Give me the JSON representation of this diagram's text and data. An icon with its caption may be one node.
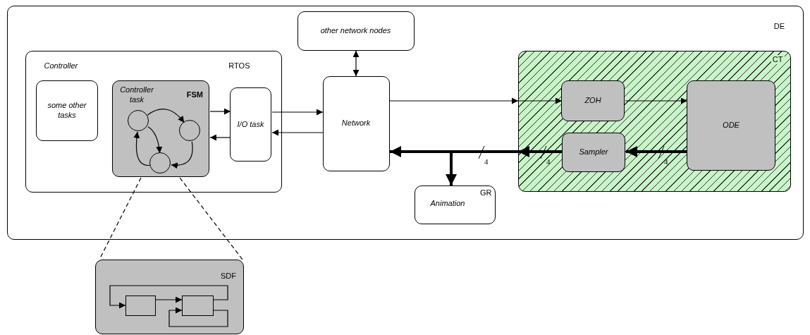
{
  "diagram": {
    "nodes": [
      {
        "text": [
          "DE"
        ]
      },
      {
        "text": [
          "Controller",
          "RTOS"
        ],
        "in": 0
      },
      {
        "text": [
          "some other tasks"
        ],
        "in": 1
      },
      {
        "text": [
          "Controller task",
          "FSM"
        ],
        "in": 1
      },
      {
        "text": [],
        "shape": "circle",
        "in": 3
      },
      {
        "text": [],
        "shape": "circle",
        "in": 3
      },
      {
        "text": [],
        "shape": "circle",
        "in": 3
      },
      {
        "text": [
          "I/O task"
        ],
        "in": 1
      },
      {
        "text": [
          "other network nodes"
        ],
        "in": 0
      },
      {
        "text": [
          "Network"
        ],
        "in": 0
      },
      {
        "text": [
          "GR",
          "Animation"
        ],
        "in": 0
      },
      {
        "text": [
          "CT"
        ],
        "in": 0
      },
      {
        "text": [
          "ZOH"
        ],
        "in": 11
      },
      {
        "text": [
          "ODE"
        ],
        "in": 11
      },
      {
        "text": [
          "Sampler"
        ],
        "in": 11
      },
      {
        "text": [
          "SDF"
        ]
      },
      {
        "text": [],
        "shape": "box",
        "in": 15
      },
      {
        "text": [],
        "shape": "box",
        "in": 15
      }
    ],
    "edges": [
      {
        "from": 4,
        "to": 5,
        "arrow": "to"
      },
      {
        "from": 4,
        "to": 6,
        "arrow": "to"
      },
      {
        "from": 6,
        "to": 4,
        "arrow": "to"
      },
      {
        "from": 5,
        "to": 6,
        "arrow": "to"
      },
      {
        "from": 3,
        "to": 7,
        "arrow": "to"
      },
      {
        "from": 7,
        "to": 3,
        "arrow": "to"
      },
      {
        "from": 7,
        "to": 9,
        "arrow": "to"
      },
      {
        "from": 9,
        "to": 7,
        "arrow": "to"
      },
      {
        "from": 8,
        "to": 9,
        "arrow": "both"
      },
      {
        "from": 9,
        "to": 12,
        "arrow": "to"
      },
      {
        "from": 12,
        "to": 13,
        "arrow": "to"
      },
      {
        "from": 13,
        "to": 14,
        "arrow": "to",
        "style": "thick"
      },
      {
        "from": 14,
        "to": 9,
        "arrow": "to",
        "style": "thick"
      },
      {
        "from": 14,
        "to": 10,
        "arrow": "to",
        "style": "thick"
      },
      {
        "from": 3,
        "to": 15,
        "arrow": "none",
        "style": "dashed"
      },
      {
        "from": 3,
        "to": 15,
        "arrow": "none",
        "style": "dashed"
      },
      {
        "from": 16,
        "to": 17,
        "arrow": "to"
      },
      {
        "from": 17,
        "to": 16,
        "arrow": "to"
      },
      {
        "from": 17,
        "to": 17,
        "arrow": "to"
      }
    ],
    "labels": [
      "4",
      "4",
      "4"
    ]
  }
}
